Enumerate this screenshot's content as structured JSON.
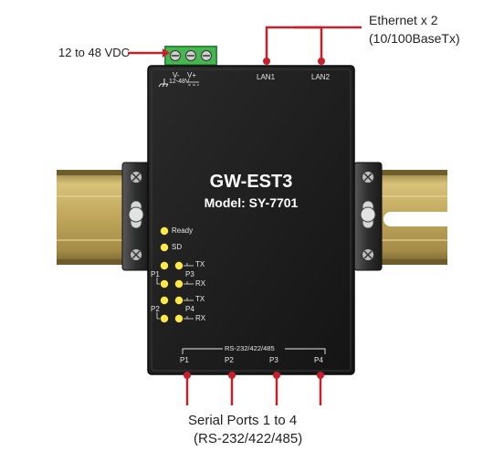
{
  "power_label": "12 to 48 VDC",
  "ethernet": {
    "line1": "Ethernet x 2",
    "line2": "(10/100BaseTx)"
  },
  "serial": {
    "line1": "Serial Ports 1 to 4",
    "line2": "(RS-232/422/485)"
  },
  "device": {
    "name": "GW-EST3",
    "model": "Model: SY-7701",
    "terminal": {
      "vminus": "V-",
      "vplus": "V+",
      "range": "12-48V"
    },
    "lan_ports": [
      "LAN1",
      "LAN2"
    ],
    "serial_header": "RS-232/422/485",
    "serial_ports": [
      "P1",
      "P2",
      "P3",
      "P4"
    ],
    "leds": {
      "ready": "Ready",
      "sd": "SD",
      "tx": "TX",
      "rx": "RX",
      "p1": "P1",
      "p3": "P3",
      "p2": "P2",
      "p4": "P4"
    }
  },
  "colors": {
    "device_body": "#1c1c1c",
    "din_rail": "#b9a05a",
    "callout_red": "#c8202a",
    "led_yellow": "#ffe84a",
    "terminal_green": "#3fae4a"
  }
}
